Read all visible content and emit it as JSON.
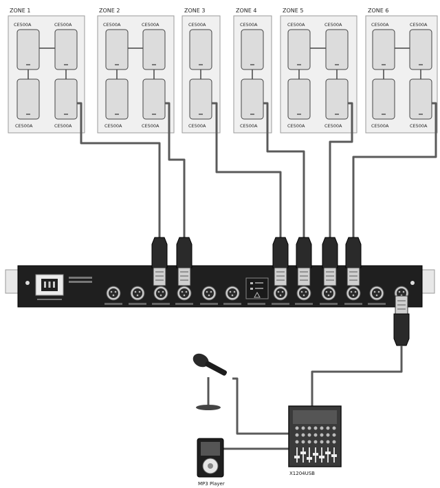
{
  "zones": [
    {
      "title": "ZONE 1",
      "speaker_labels": [
        "CE500A",
        "CE500A",
        "CE500A",
        "CE500A"
      ]
    },
    {
      "title": "ZONE 2",
      "speaker_labels": [
        "CE500A",
        "CE500A",
        "CE500A",
        "CE500A"
      ]
    },
    {
      "title": "ZONE 3",
      "speaker_labels": [
        "CE500A",
        "CE500A"
      ]
    },
    {
      "title": "ZONE 4",
      "speaker_labels": [
        "CE500A",
        "CE500A"
      ]
    },
    {
      "title": "ZONE 5",
      "speaker_labels": [
        "CE500A",
        "CE500A",
        "CE500A",
        "CE500A"
      ]
    },
    {
      "title": "ZONE 6",
      "speaker_labels": [
        "CE500A",
        "CE500A",
        "CE500A",
        "CE500A"
      ]
    }
  ],
  "devices": {
    "mixer_label": "X1204USB",
    "player_label": "MP3 Player"
  },
  "colors": {
    "panel_fill": "#f0f0f0",
    "panel_stroke": "#9a9a9a",
    "speaker_fill": "#dcdcdc",
    "cable": "#5a5a5a",
    "rack": "#1f1f1f"
  }
}
